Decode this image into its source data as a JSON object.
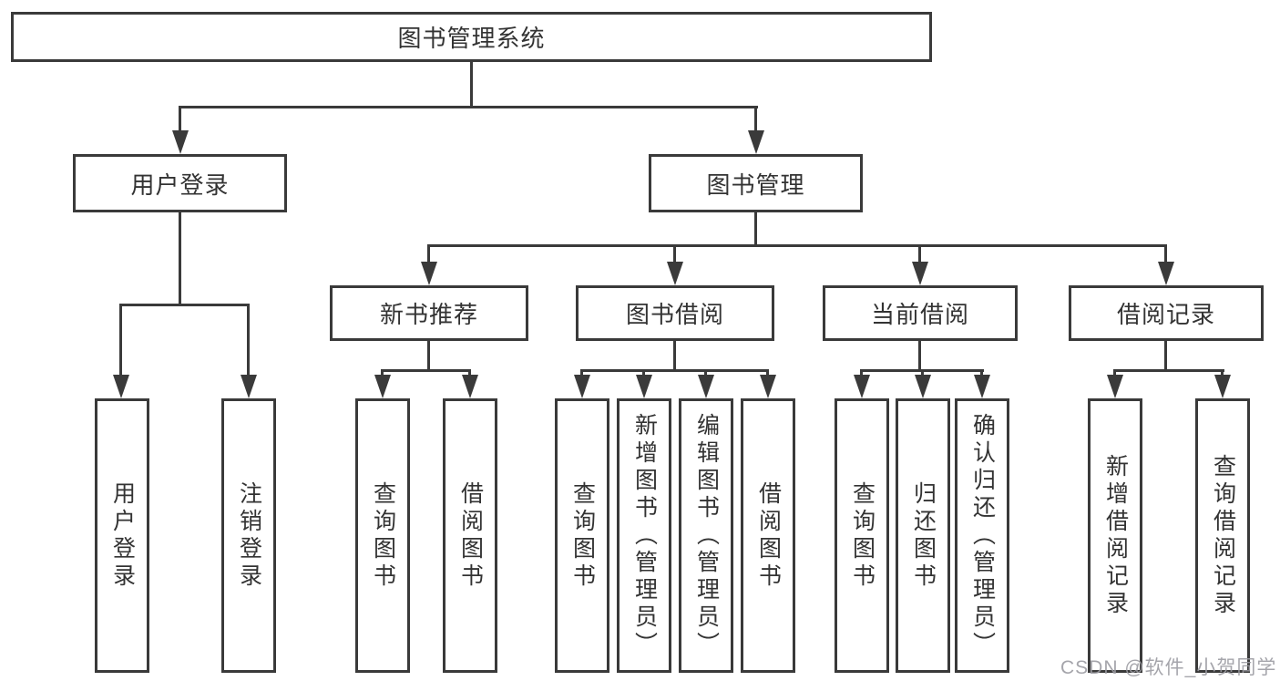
{
  "diagram": {
    "root": {
      "label": "图书管理系统"
    },
    "branches": [
      {
        "label": "用户登录",
        "children": [
          {
            "label": "用户登录"
          },
          {
            "label": "注销登录"
          }
        ]
      },
      {
        "label": "图书管理",
        "children": [
          {
            "label": "新书推荐",
            "children": [
              {
                "label": "查询图书"
              },
              {
                "label": "借阅图书"
              }
            ]
          },
          {
            "label": "图书借阅",
            "children": [
              {
                "label": "查询图书"
              },
              {
                "label": "新增图书（管理员）"
              },
              {
                "label": "编辑图书（管理员）"
              },
              {
                "label": "借阅图书"
              }
            ]
          },
          {
            "label": "当前借阅",
            "children": [
              {
                "label": "查询图书"
              },
              {
                "label": "归还图书"
              },
              {
                "label": "确认归还（管理员）"
              }
            ]
          },
          {
            "label": "借阅记录",
            "children": [
              {
                "label": "新增借阅记录"
              },
              {
                "label": "查询借阅记录"
              }
            ]
          }
        ]
      }
    ]
  },
  "watermark": {
    "text": "CSDN @软件_小贺同学"
  },
  "colors": {
    "line": "#3a3a3a",
    "text": "#333333",
    "background": "#ffffff",
    "watermark": "#9b9ba2"
  }
}
